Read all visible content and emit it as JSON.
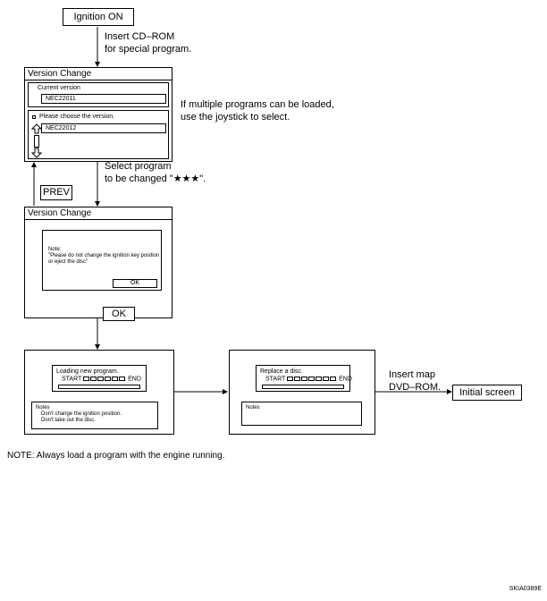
{
  "ignition_on": "Ignition ON",
  "insert_cd": [
    "Insert CD–ROM",
    "for special program."
  ],
  "version_screen": {
    "title": "Version Change",
    "current_label": "Current version",
    "current_value": "NEC22011",
    "choose_label": "Please choose the version.",
    "choose_value": "NEC22012"
  },
  "multiple_programs_note": [
    "If multiple programs can be loaded,",
    "use the joystick to select."
  ],
  "select_program": [
    "Select program",
    "to be changed \"★★★\"."
  ],
  "prev_button": "PREV",
  "note_screen": {
    "title": "Version Change",
    "note_lines": [
      "Note:",
      "\"Please do not change the ignition key position",
      "or eject the disc\""
    ],
    "ok_label": "OK"
  },
  "ok_button": "OK",
  "loading_screen": {
    "message": "Loading new program.",
    "start_label": "START",
    "end_label": "END",
    "notes_lines": [
      "Notes",
      "Don't change the ignition position.",
      "Don't take out the disc."
    ]
  },
  "replace_screen": {
    "message": "Replace a disc.",
    "start_label": "START",
    "end_label": "END",
    "notes_label": "Notes"
  },
  "insert_map": [
    "Insert map",
    "DVD–ROM."
  ],
  "initial_screen": "Initial screen",
  "footer_note": "NOTE: Always load a program with the engine running.",
  "figure_id": "SKIA0389E"
}
